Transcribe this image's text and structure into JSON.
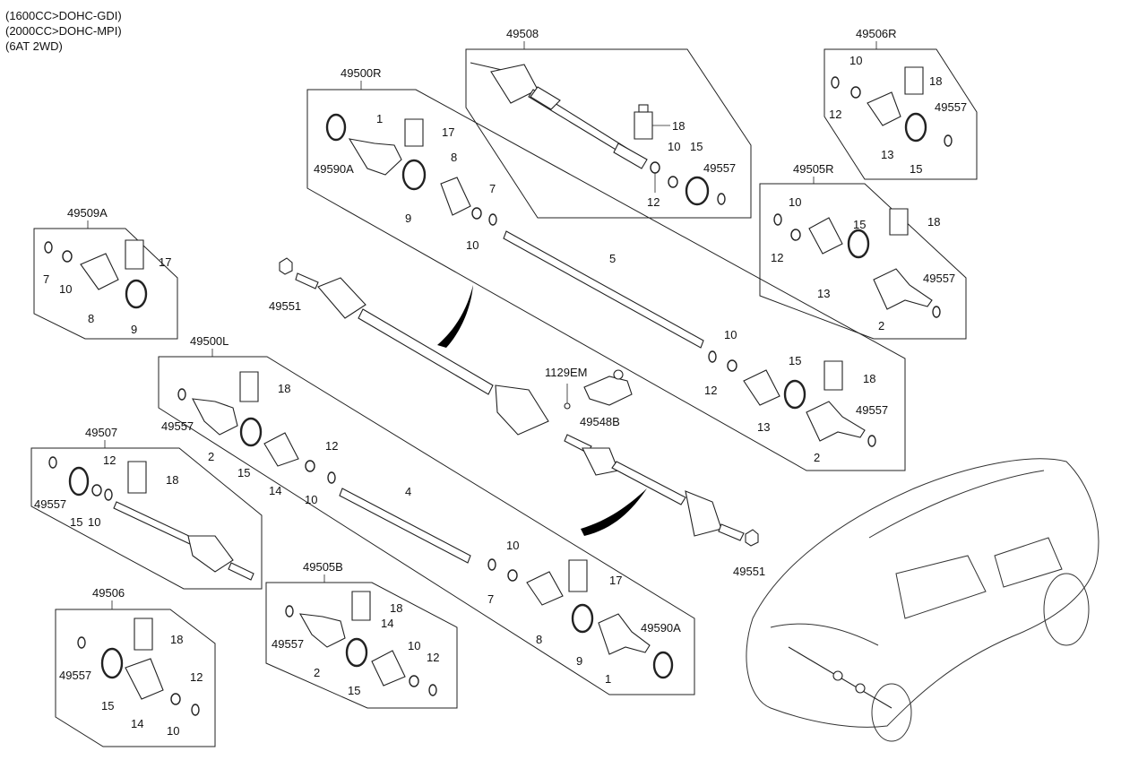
{
  "header": {
    "lines": [
      "(1600CC>DOHC-GDI)",
      "(2000CC>DOHC-MPI)",
      "(6AT 2WD)"
    ]
  },
  "groups": {
    "g49508": "49508",
    "g49506R": "49506R",
    "g49500R": "49500R",
    "g49505R": "49505R",
    "g49509A": "49509A",
    "g49500L": "49500L",
    "g49507": "49507",
    "g49505B": "49505B",
    "g49506": "49506"
  },
  "labels": [
    "1",
    "17",
    "49590A",
    "8",
    "9",
    "7",
    "10",
    "18",
    "10",
    "15",
    "49557",
    "12",
    "10",
    "18",
    "12",
    "49557",
    "13",
    "15",
    "10",
    "12",
    "15",
    "18",
    "13",
    "49557",
    "2",
    "7",
    "10",
    "17",
    "8",
    "9",
    "49551",
    "5",
    "10",
    "12",
    "15",
    "18",
    "13",
    "49557",
    "2",
    "1129EM",
    "49548B",
    "18",
    "49557",
    "2",
    "15",
    "14",
    "12",
    "10",
    "4",
    "12",
    "49557",
    "15",
    "10",
    "18",
    "10",
    "7",
    "17",
    "8",
    "9",
    "49590A",
    "1",
    "49551",
    "18",
    "49557",
    "2",
    "14",
    "10",
    "12",
    "15",
    "18",
    "49557",
    "15",
    "14",
    "12",
    "10"
  ],
  "icons": [
    "drive-shaft",
    "cv-joint",
    "boot",
    "clamp-ring",
    "grease-tube",
    "wheel-speed-sensor",
    "vehicle-outline"
  ]
}
